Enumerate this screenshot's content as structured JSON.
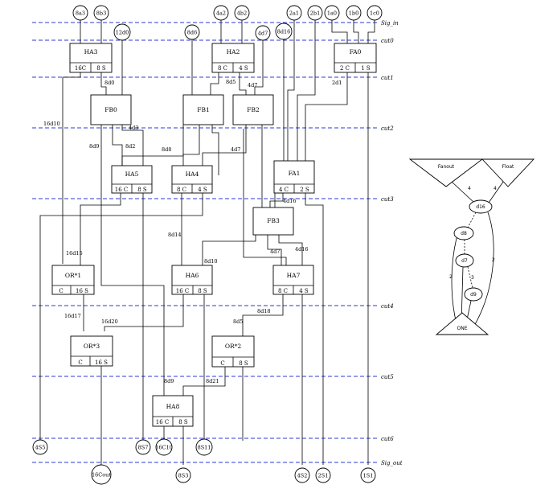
{
  "cuts": [
    "Sig_in",
    "cut0",
    "cut1",
    "cut2",
    "cut3",
    "cut4",
    "cut5",
    "cut6",
    "Sig_out"
  ],
  "inputs": [
    "8a3",
    "8b3",
    "12d0",
    "8d6",
    "4a2",
    "4b2",
    "4d7",
    "8d16",
    "2a1",
    "2b1",
    "1a0",
    "1b0",
    "1c0"
  ],
  "outputs": [
    "4S5",
    "8S7",
    "16C10",
    "8S11",
    "16Cout",
    "8S3",
    "4S2",
    "2S1",
    "1S1"
  ],
  "blocks": {
    "HA3": {
      "title": "HA3",
      "left": "16C",
      "right": "8 S"
    },
    "HA2": {
      "title": "HA2",
      "left": "8 C",
      "right": "4 S"
    },
    "FA0": {
      "title": "FA0",
      "left": "2 C",
      "right": "1 S"
    },
    "FB0": {
      "title": "FB0"
    },
    "FB1": {
      "title": "FB1"
    },
    "FB2": {
      "title": "FB2"
    },
    "HA5": {
      "title": "HA5",
      "left": "16 C",
      "right": "8 S"
    },
    "HA4": {
      "title": "HA4",
      "left": "8 C",
      "right": "4 S"
    },
    "FA1": {
      "title": "FA1",
      "left": "4 C",
      "right": "2 S"
    },
    "FB3": {
      "title": "FB3"
    },
    "OR1": {
      "title": "OR*1",
      "left": "C",
      "right": "16 S"
    },
    "HA6": {
      "title": "HA6",
      "left": "16 C",
      "right": "8 S"
    },
    "HA7": {
      "title": "HA7",
      "left": "8 C",
      "right": "4 S"
    },
    "OR3": {
      "title": "OR*3",
      "left": "C",
      "right": "16 S"
    },
    "OR2": {
      "title": "OR*2",
      "left": "C",
      "right": "8 S"
    },
    "HA8": {
      "title": "HA8",
      "left": "16 C",
      "right": "8 S"
    }
  },
  "wire_labels": [
    "8d0",
    "4d7",
    "8d5",
    "2d1",
    "16d10",
    "4d3",
    "8d9",
    "8d2",
    "8d8",
    "4d7",
    "4d16",
    "8d14",
    "16d15",
    "8d10",
    "4d7",
    "4d16",
    "16d17",
    "16d20",
    "8d18",
    "8d5",
    "8d9",
    "8d21"
  ],
  "graph": {
    "nodes": {
      "fanout": "Fanout",
      "float": "Float",
      "d16": "d16",
      "d8": "d8",
      "d7": "d7",
      "d9": "d9",
      "one": "ONE"
    },
    "edges": {
      "fanout_d16": "4",
      "float_d16": "4",
      "d16_one": "2",
      "d8_one": "2",
      "d7_d9": "3"
    }
  }
}
